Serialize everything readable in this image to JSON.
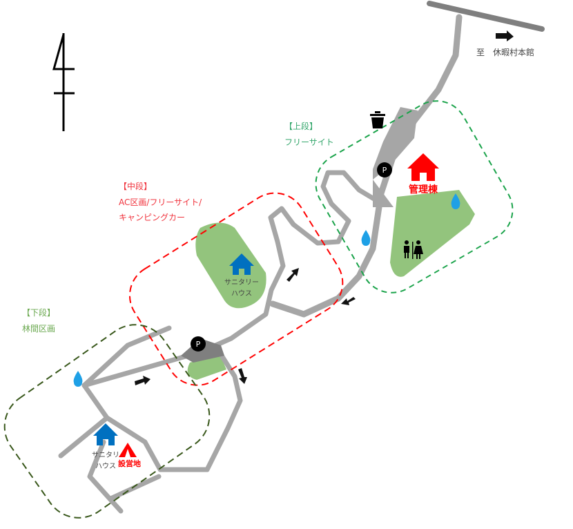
{
  "direction": {
    "label": "至　休暇村本館"
  },
  "zones": {
    "upper": {
      "title": "【上段】",
      "desc": "フリーサイト"
    },
    "middle": {
      "title": "【中段】",
      "desc1": "AC区画/フリーサイト/",
      "desc2": "キャンピングカー"
    },
    "lower": {
      "title": "【下段】",
      "desc": "林間区画"
    }
  },
  "facilities": {
    "office": "管理棟",
    "sanitary_middle": [
      "サニタリー",
      "ハウス"
    ],
    "sanitary_lower": [
      "サニタリ",
      "ハウス"
    ],
    "campsite": "設営地",
    "parking": "P"
  },
  "colors": {
    "road": "#a6a6a6",
    "green": "#93c47d",
    "upper": "#1aa34a",
    "middle": "#f00",
    "lower": "#38571a",
    "house": "#0070c0",
    "water": "#1ea0e6"
  }
}
